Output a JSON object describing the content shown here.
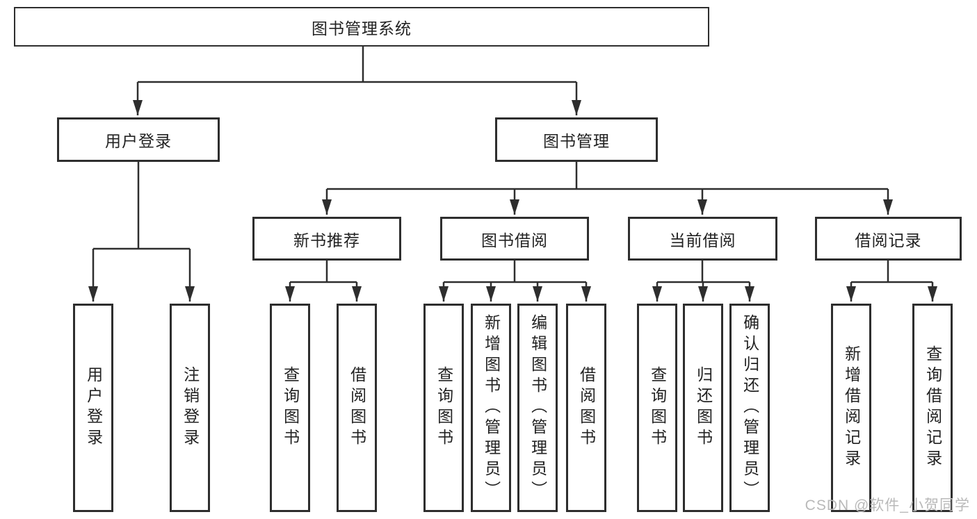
{
  "colors": {
    "line": "#2e2e2e",
    "box_border": "#2e2e2e",
    "text": "#222222",
    "background": "#ffffff",
    "watermark": "#b9b9b9"
  },
  "watermark": {
    "text": "CSDN @软件_小贺同学"
  },
  "tree": {
    "root": {
      "label": "图书管理系统",
      "children": [
        {
          "label": "用户登录",
          "children": [
            {
              "label": "用户登录"
            },
            {
              "label": "注销登录"
            }
          ]
        },
        {
          "label": "图书管理",
          "children": [
            {
              "label": "新书推荐",
              "children": [
                {
                  "label": "查询图书"
                },
                {
                  "label": "借阅图书"
                }
              ]
            },
            {
              "label": "图书借阅",
              "children": [
                {
                  "label": "查询图书"
                },
                {
                  "label": "新增图书（管理员）"
                },
                {
                  "label": "编辑图书（管理员）"
                },
                {
                  "label": "借阅图书"
                }
              ]
            },
            {
              "label": "当前借阅",
              "children": [
                {
                  "label": "查询图书"
                },
                {
                  "label": "归还图书"
                },
                {
                  "label": "确认归还（管理员）"
                }
              ]
            },
            {
              "label": "借阅记录",
              "children": [
                {
                  "label": "新增借阅记录"
                },
                {
                  "label": "查询借阅记录"
                }
              ]
            }
          ]
        }
      ]
    }
  }
}
